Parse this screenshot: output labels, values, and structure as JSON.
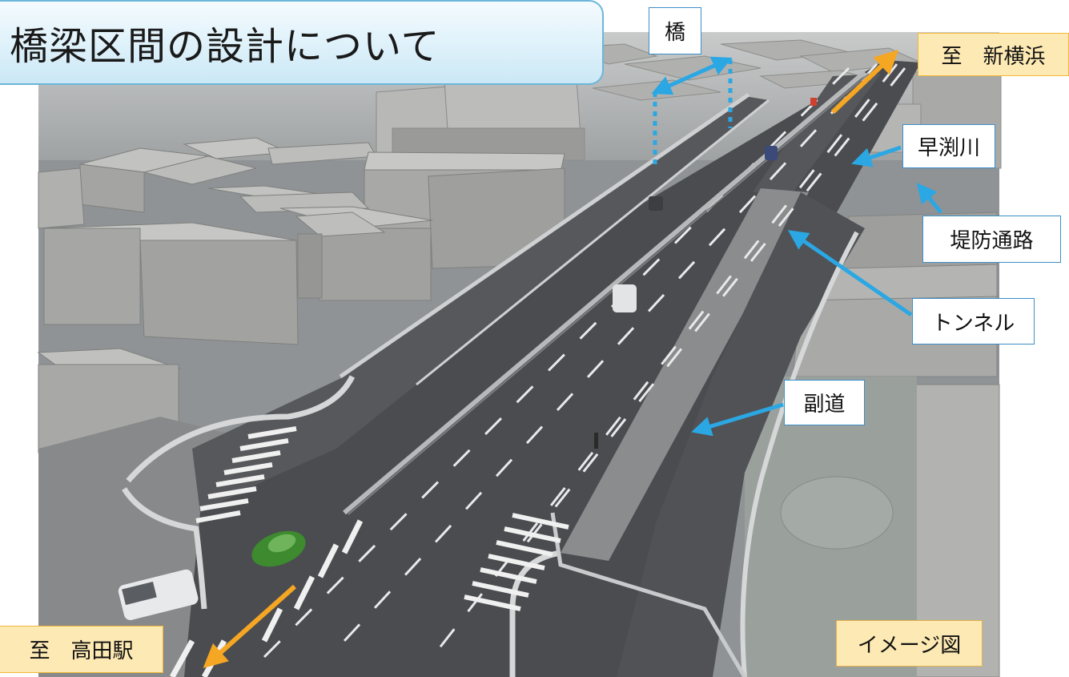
{
  "title": "橋梁区間の設計について",
  "labels": {
    "bridge": "橋",
    "to_shinyokohama": "至　新横浜",
    "hayabuchi_river": "早渕川",
    "embankment_road": "堤防通路",
    "tunnel": "トンネル",
    "side_road": "副道",
    "to_takata": "至　高田駅",
    "image_note": "イメージ図"
  },
  "colors": {
    "arrow_blue": "#2ba7e3",
    "arrow_orange": "#f5a623",
    "label_border_blue": "#3c8ec9",
    "label_fill_yellow": "#fde9b3",
    "asphalt": "#4a4c50",
    "building": "#a5a6a4"
  }
}
